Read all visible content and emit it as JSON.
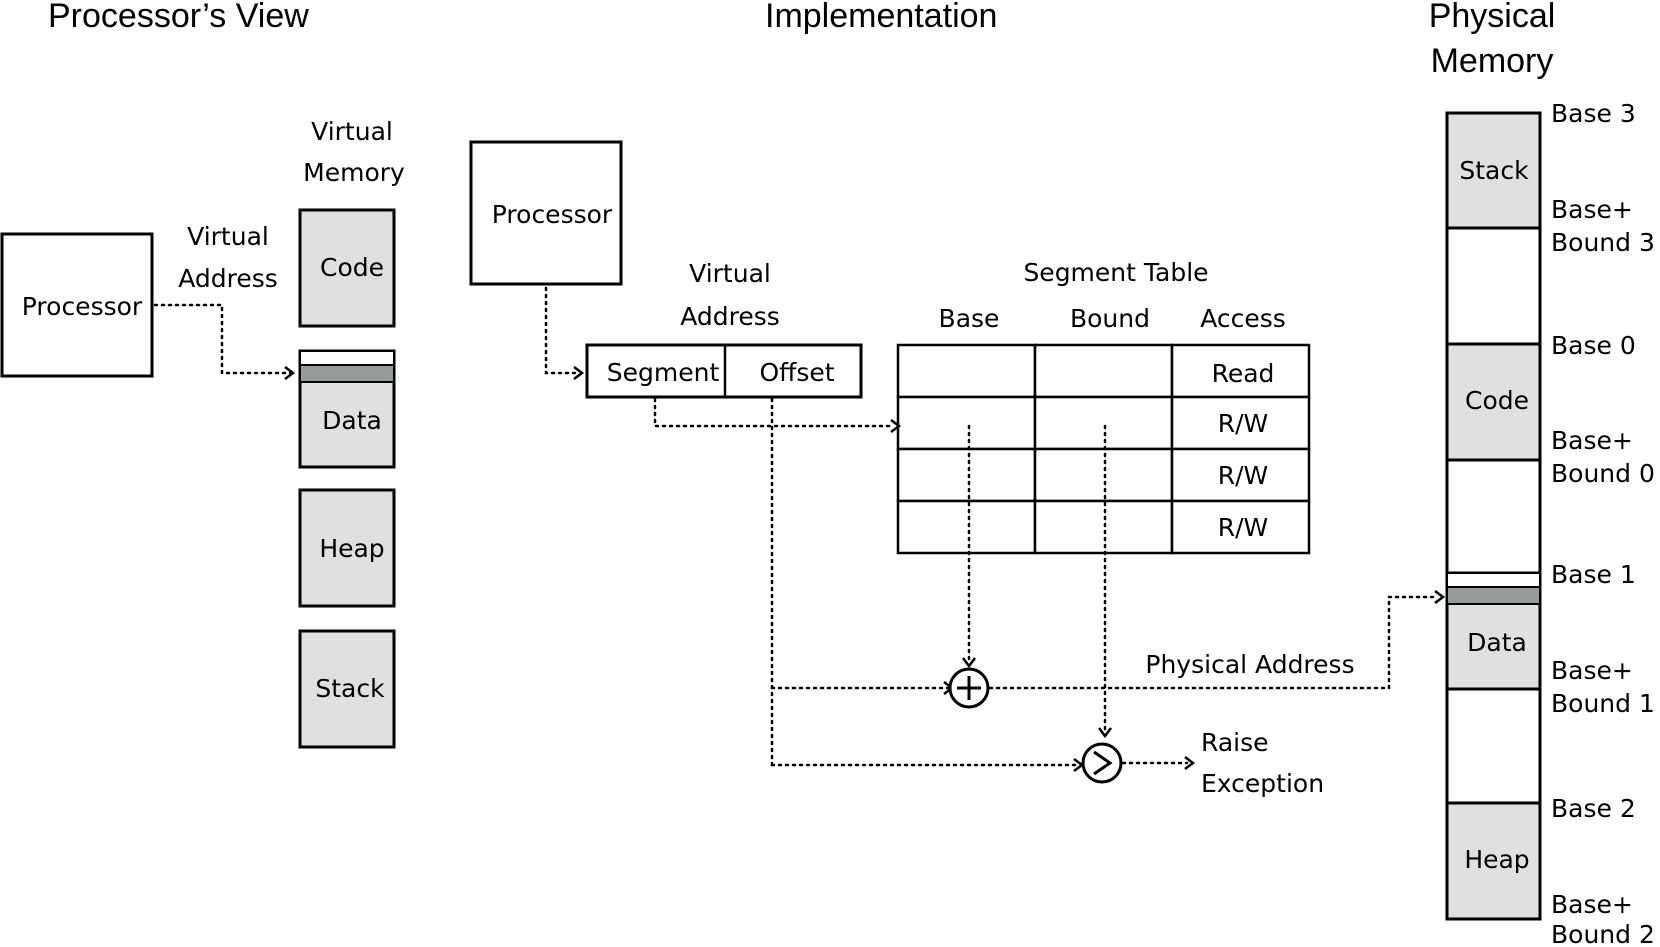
{
  "headers": {
    "processors_view": "Processor’s View",
    "implementation": "Implementation",
    "physical_memory_line1": "Physical",
    "physical_memory_line2": "Memory"
  },
  "processors_view": {
    "processor": "Processor",
    "virtual_address_line1": "Virtual",
    "virtual_address_line2": "Address",
    "virtual_memory_line1": "Virtual",
    "virtual_memory_line2": "Memory",
    "segments": [
      "Code",
      "Data",
      "Heap",
      "Stack"
    ]
  },
  "implementation": {
    "processor": "Processor",
    "virtual_address_line1": "Virtual",
    "virtual_address_line2": "Address",
    "segment_field": "Segment",
    "offset_field": "Offset",
    "segment_table": {
      "title": "Segment Table",
      "columns": [
        "Base",
        "Bound",
        "Access"
      ],
      "rows": [
        {
          "base": "",
          "bound": "",
          "access": "Read"
        },
        {
          "base": "",
          "bound": "",
          "access": "R/W"
        },
        {
          "base": "",
          "bound": "",
          "access": "R/W"
        },
        {
          "base": "",
          "bound": "",
          "access": "R/W"
        }
      ]
    },
    "physical_address": "Physical Address",
    "raise_exception_line1": "Raise",
    "raise_exception_line2": "Exception"
  },
  "physical_memory": {
    "segments": [
      "Stack",
      "Code",
      "Data",
      "Heap"
    ],
    "markers": {
      "base3": "Base 3",
      "bound3_line1": "Base+",
      "bound3_line2": "Bound 3",
      "base0": "Base 0",
      "bound0_line1": "Base+",
      "bound0_line2": "Bound 0",
      "base1": "Base 1",
      "bound1_line1": "Base+",
      "bound1_line2": "Bound 1",
      "base2": "Base 2",
      "bound2_line1": "Base+",
      "bound2_line2": "Bound 2"
    }
  },
  "colors": {
    "segment_fill": "#dfe1e0",
    "stripe_fill": "#959b98",
    "line": "#000000"
  }
}
